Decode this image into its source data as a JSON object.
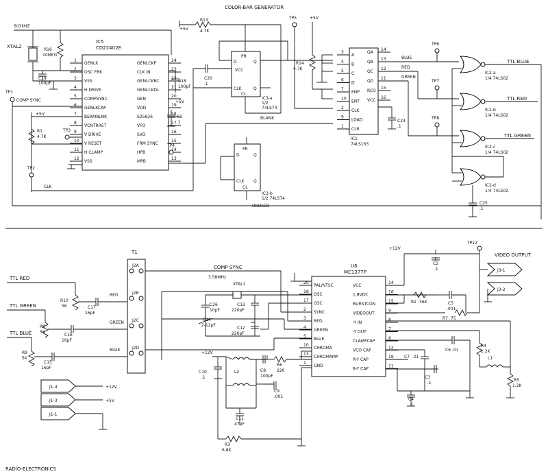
{
  "title": "COLOR-BAR GENERATOR",
  "credit": "RADIO-ELECTRONICS",
  "supply": {
    "v5": "+5V",
    "v12": "+12V"
  },
  "crystals": {
    "xtal2": "XTAL2",
    "xtal2_freq": "503kHZ",
    "xtal1": "XTAL1",
    "xtal1_freq": "3.58MHz"
  },
  "ic5": {
    "name": "IC5",
    "part": "CD22402E",
    "part2": "S25626",
    "left_pins": [
      {
        "n": "1",
        "l": "GENLK"
      },
      {
        "n": "2",
        "l": "OSC  FBK"
      },
      {
        "n": "3",
        "l": "VSS"
      },
      {
        "n": "4",
        "l": "H  DRIVE"
      },
      {
        "n": "5",
        "l": "COMPSYNC"
      },
      {
        "n": "6",
        "l": "GENLKCAP"
      },
      {
        "n": "7",
        "l": "BEAMBLNK"
      },
      {
        "n": "8",
        "l": "VCNTRRST"
      },
      {
        "n": "9",
        "l": "V  DRIVE"
      },
      {
        "n": "10",
        "l": "V  RESET"
      },
      {
        "n": "11",
        "l": "H  CLAMP"
      },
      {
        "n": "12",
        "l": "VSS"
      }
    ],
    "right_pins": [
      {
        "n": "24",
        "l": "GENLCKP"
      },
      {
        "n": "23",
        "l": "CLK  IN"
      },
      {
        "n": "22",
        "l": "GENLCKRC"
      },
      {
        "n": "21",
        "l": "GENLCKDL"
      },
      {
        "n": "20",
        "l": "GEN"
      },
      {
        "n": "19",
        "l": "VDD"
      },
      {
        "n": "18",
        "l": "S25626"
      },
      {
        "n": "17",
        "l": "VFO"
      },
      {
        "n": "16",
        "l": "SVD"
      },
      {
        "n": "15",
        "l": "FRM  SYNC"
      },
      {
        "n": "14",
        "l": "HPB"
      },
      {
        "n": "13",
        "l": "MPB"
      }
    ]
  },
  "ic1": {
    "name": "IC1",
    "part": "74LS163",
    "left_pins": [
      {
        "n": "3",
        "l": "A"
      },
      {
        "n": "4",
        "l": "B"
      },
      {
        "n": "5",
        "l": "C"
      },
      {
        "n": "6",
        "l": "D"
      },
      {
        "n": "7",
        "l": "ENP"
      },
      {
        "n": "10",
        "l": "ENT"
      },
      {
        "n": "2",
        "l": "CLK"
      },
      {
        "n": "9",
        "l": "LOAD"
      },
      {
        "n": "1",
        "l": "CLR"
      }
    ],
    "right_pins": [
      {
        "n": "14",
        "l": "QA"
      },
      {
        "n": "13",
        "l": "QB"
      },
      {
        "n": "12",
        "l": "QC"
      },
      {
        "n": "11",
        "l": "QD"
      },
      {
        "n": "15",
        "l": "RCO"
      },
      {
        "n": "16",
        "l": "VCC"
      }
    ]
  },
  "ic3a": {
    "name": "IC3-a",
    "part": "1/2",
    "part2": "74LS74",
    "pr": "PR",
    "d": "D",
    "vcc": "VCC",
    "q": "Q",
    "clk": "CLK",
    "qn": "Q",
    "cl": "CL"
  },
  "ic3b": {
    "name": "IC3-b",
    "part": "1/2 74LS74",
    "pr": "PR",
    "d": "D",
    "q": "Q",
    "clk": "CLK",
    "qn": "Q",
    "cl": "CL"
  },
  "ic2": [
    {
      "name": "IC2-a",
      "part": "1/4 74LS02",
      "out": "TTL BLUE"
    },
    {
      "name": "IC2-b",
      "part": "1/4 74LS02",
      "out": "TTL RED"
    },
    {
      "name": "IC2-c",
      "part": "1/4 74LS02",
      "out": "TTL GREEN"
    },
    {
      "name": "IC2-d",
      "part": "1/4 74LS02",
      "out": ""
    }
  ],
  "u6": {
    "name": "U6",
    "part": "MC1377P",
    "left_pins": [
      {
        "n": "20",
        "l": "PAL/NTSC"
      },
      {
        "n": "18",
        "l": "OSC"
      },
      {
        "n": "17",
        "l": "OSC"
      },
      {
        "n": "2",
        "l": "SYNC"
      },
      {
        "n": "3",
        "l": "RED"
      },
      {
        "n": "4",
        "l": "GREEN"
      },
      {
        "n": "5",
        "l": "BLUE"
      },
      {
        "n": "10",
        "l": "CHROMA"
      },
      {
        "n": "13",
        "l": "CHROMAMP"
      },
      {
        "n": "1",
        "l": "GND"
      }
    ],
    "right_pins": [
      {
        "n": "14",
        "l": "VCC"
      },
      {
        "n": "16",
        "l": "1.8VDC"
      },
      {
        "n": "15",
        "l": "BURSTCON"
      },
      {
        "n": "9",
        "l": "VIDEOOUT"
      },
      {
        "n": "8",
        "l": "-Y  IN"
      },
      {
        "n": "7",
        "l": "-Y  OUT"
      },
      {
        "n": "6",
        "l": "CLAMPCAP"
      },
      {
        "n": "12",
        "l": "VCO  CAP"
      },
      {
        "n": "19",
        "l": "R-Y  CAP"
      },
      {
        "n": "11",
        "l": "B-Y  CAP"
      }
    ]
  },
  "t1": {
    "name": "T1",
    "pins": [
      "J2A",
      "J2B",
      "J2C",
      "J2D"
    ],
    "labels": [
      "",
      "RED",
      "GREEN",
      "BLUE"
    ]
  },
  "signals": {
    "blue": "BLUE",
    "red": "RED",
    "green": "GREEN",
    "blank": "BLANK",
    "clk": "CLK",
    "comp_sync": "COMP SYNC",
    "comp_sync2": "COMP SYNC",
    "unused": "UNUSED",
    "video_output": "VIDEO OUTPUT",
    "ttl_red": "TTL RED",
    "ttl_green": "TTL GREEN",
    "ttl_blue": "TTL BLUE"
  },
  "test_points": [
    "TP1",
    "TP2",
    "TP3",
    "TP4",
    "TP5",
    "TP6",
    "TP7",
    "TP8",
    "TP12"
  ],
  "connectors": {
    "j3_1": "J3-1",
    "j3_2": "J3-2",
    "j1_4": "J1-4",
    "j1_3": "J1-3",
    "j1_1": "J1-1",
    "j1_4v": "+12V",
    "j1_3v": "+5V"
  },
  "parts": {
    "r16": "R16",
    "r16v": "10MEG",
    "c19": "C19",
    "c19v": "100pF",
    "r13": "R13",
    "r13v": "4.7K",
    "c18": "C18",
    "c18v": "100pF",
    "c1": "C1",
    "c1v": ".1",
    "c20": "C20",
    "c20v": ".1",
    "r1": "R1",
    "r1v": "4.7K",
    "r14": "R14",
    "r14v": "4.7K",
    "c24": "C24",
    "c24v": ".1",
    "c25": "C25",
    "c25v": ".1",
    "r10": "R10",
    "r10v": "5K",
    "r8": "R8",
    "r8v": "5K",
    "r9": "R9",
    "r9v": "5K",
    "c17": "C17",
    "c17v": "16pF",
    "c16": "C16",
    "c16v": "16pF",
    "c15": "C15",
    "c15v": "16pF",
    "c26": "C26",
    "c26v": "10pF",
    "c14": "C14",
    "c14v": "2-12pF",
    "c13": "C13",
    "c13v": "220pF",
    "c12": "C12",
    "c12v": "220pF",
    "c10": "C10",
    "c10v": ".1",
    "l2": "L2",
    "c8": "C8",
    "c8v": "100pF",
    "r6": "R6",
    "r6v": "220",
    "c9": "C9",
    "c9v": ".001",
    "c11": "C11",
    "c11v": "47pF",
    "r3": "R3",
    "r3v": "6.8K",
    "c2": "C2",
    "c2v": ".1",
    "r2": "R2",
    "r2v": "36K",
    "c5": "C5",
    "c5v": ".001",
    "r7": "R7",
    "r7v": "75",
    "r4": "R4",
    "r4v": "1.2K",
    "l1": "L1",
    "c6": "C6",
    "c6v": ".01",
    "c7": "C7",
    "c7v": ".01",
    "c3": "C3",
    "c3v": ".1",
    "c4": "C4",
    "c4v": ".1",
    "r5": "R5",
    "r5v": "1.2K"
  }
}
